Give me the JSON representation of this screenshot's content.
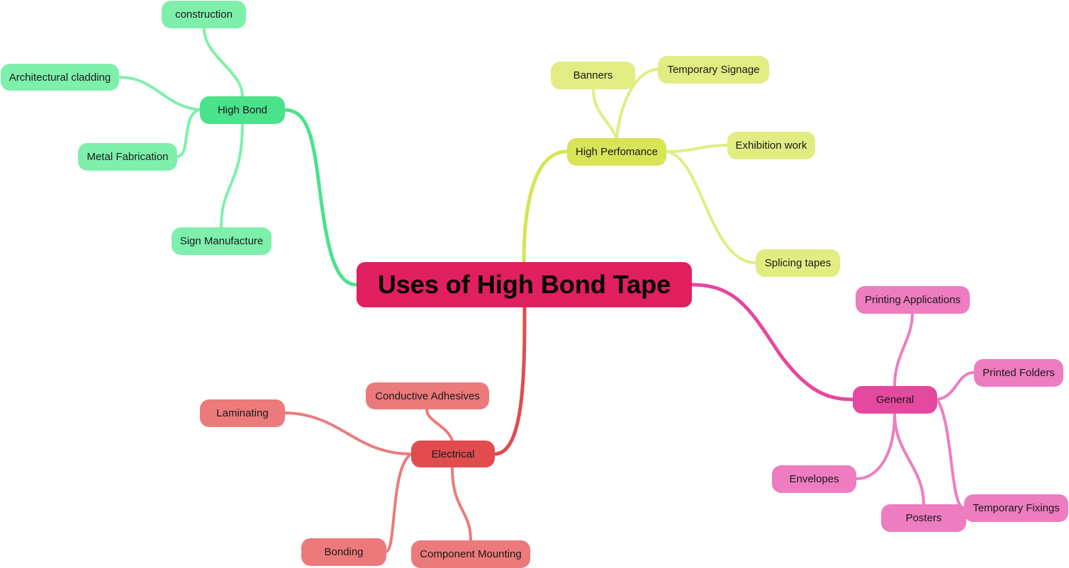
{
  "colors": {
    "central": "#e01f5e",
    "high_bond_main": "#4be28c",
    "high_bond_child": "#7ef0ab",
    "high_performance_main": "#d6e457",
    "high_performance_child": "#e1ed83",
    "general_main": "#e4489f",
    "general_child": "#ee7cc0",
    "electrical_main": "#e24c4f",
    "electrical_child": "#ec7a7b"
  },
  "central_topic": "Uses of High Bond Tape",
  "branches": {
    "high_bond": {
      "label": "High Bond",
      "children": [
        "construction",
        "Architectural cladding",
        "Metal Fabrication",
        "Sign Manufacture"
      ]
    },
    "high_performance": {
      "label": "High Perfomance",
      "children": [
        "Banners",
        "Temporary Signage",
        "Exhibition work",
        "Splicing tapes"
      ]
    },
    "general": {
      "label": "General",
      "children": [
        "Printing Applications",
        "Printed Folders",
        "Envelopes",
        "Posters",
        "Temporary Fixings"
      ]
    },
    "electrical": {
      "label": "Electrical",
      "children": [
        "Conductive Adhesives",
        "Laminating",
        "Bonding",
        "Component Mounting"
      ]
    }
  }
}
